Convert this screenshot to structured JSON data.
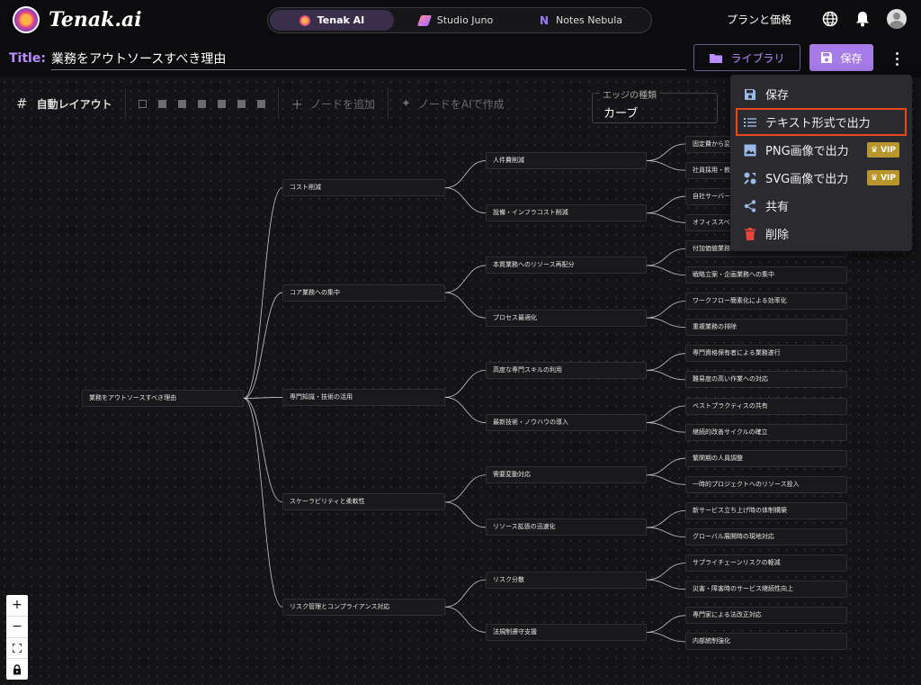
{
  "app": {
    "name": "Tenak.ai"
  },
  "app_tabs": [
    {
      "label": "Tenak AI",
      "icon": "tenak-logo-icon"
    },
    {
      "label": "Studio Juno",
      "icon": "juno-logo-icon"
    },
    {
      "label": "Notes Nebula",
      "icon": "nebula-logo-icon",
      "glyph": "N"
    }
  ],
  "nav": {
    "pricing": "プランと価格",
    "icons": [
      "globe-icon",
      "bell-icon",
      "avatar"
    ]
  },
  "title_row": {
    "label": "Title:",
    "value": "業務をアウトソースすべき理由",
    "library_button": "ライブラリ",
    "save_button": "保存"
  },
  "toolbar": {
    "auto_layout": "自動レイアウト",
    "add_node": "ノードを追加",
    "ai_node": "ノードをAIで作成",
    "edge_type_label": "エッジの種類",
    "edge_type_value": "カーブ"
  },
  "menu": {
    "items": [
      {
        "label": "保存",
        "icon": "save-icon"
      },
      {
        "label": "テキスト形式で出力",
        "icon": "list-icon",
        "highlighted": true
      },
      {
        "label": "PNG画像で出力",
        "icon": "image-icon",
        "badge": "VIP"
      },
      {
        "label": "SVG画像で出力",
        "icon": "vector-icon",
        "badge": "VIP"
      },
      {
        "label": "共有",
        "icon": "share-icon"
      },
      {
        "label": "削除",
        "icon": "trash-icon"
      }
    ],
    "highlight_color": "#e8481d",
    "vip_color": "#b9962d"
  },
  "mindmap": {
    "root": "業務をアウトソースすべき理由",
    "branches": [
      {
        "label": "コスト削減",
        "children": [
          {
            "label": "人件費削減",
            "leaves": [
              "固定費から変動費への転換",
              "社員採用・教育費の削減"
            ]
          },
          {
            "label": "設備・インフラコスト削減",
            "leaves": [
              "自社サーバー・システム不要",
              "オフィススペースの削減"
            ]
          }
        ]
      },
      {
        "label": "コア業務への集中",
        "children": [
          {
            "label": "本質業務へのリソース再配分",
            "leaves": [
              "付加価値業務へ注力",
              "戦略立案・企画業務への集中"
            ]
          },
          {
            "label": "プロセス最適化",
            "leaves": [
              "ワークフロー簡素化による効率化",
              "重複業務の排除"
            ]
          }
        ]
      },
      {
        "label": "専門知識・技術の活用",
        "children": [
          {
            "label": "高度な専門スキルの利用",
            "leaves": [
              "専門資格保有者による業務遂行",
              "難易度の高い作業への対応"
            ]
          },
          {
            "label": "最新技術・ノウハウの導入",
            "leaves": [
              "ベストプラクティスの共有",
              "継続的改善サイクルの確立"
            ]
          }
        ]
      },
      {
        "label": "スケーラビリティと柔軟性",
        "children": [
          {
            "label": "需要変動対応",
            "leaves": [
              "繁閑期の人員調整",
              "一時的プロジェクトへのリソース投入"
            ]
          },
          {
            "label": "リソース拡張の迅速化",
            "leaves": [
              "新サービス立ち上げ時の体制構築",
              "グローバル展開時の現地対応"
            ]
          }
        ]
      },
      {
        "label": "リスク管理とコンプライアンス対応",
        "children": [
          {
            "label": "リスク分散",
            "leaves": [
              "サプライチェーンリスクの軽減",
              "災害・障害時のサービス継続性向上"
            ]
          },
          {
            "label": "法規制遵守支援",
            "leaves": [
              "専門家による法改正対応",
              "内部統制強化"
            ]
          }
        ]
      }
    ]
  },
  "zoom_controls": [
    "+",
    "−",
    "fit",
    "lock"
  ]
}
